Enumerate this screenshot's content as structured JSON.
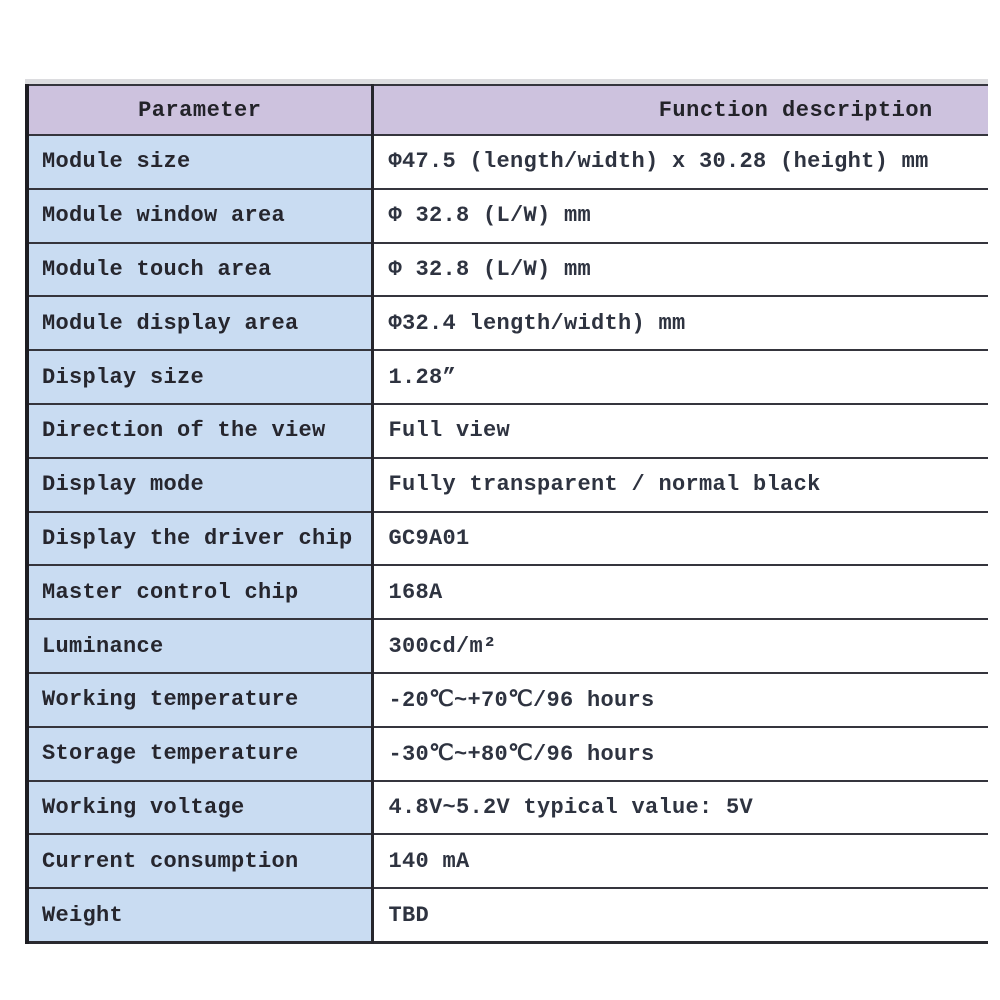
{
  "table": {
    "headers": {
      "parameter": "Parameter",
      "description": "Function description"
    },
    "rows": [
      {
        "parameter": "Module size",
        "description": "Φ47.5 (length/width) x 30.28 (height) mm"
      },
      {
        "parameter": "Module window area",
        "description": "Φ 32.8 (L/W) mm"
      },
      {
        "parameter": "Module touch area",
        "description": "Φ 32.8 (L/W) mm"
      },
      {
        "parameter": "Module display area",
        "description": "Φ32.4 length/width) mm"
      },
      {
        "parameter": "Display size",
        "description": "1.28”"
      },
      {
        "parameter": "Direction of the view",
        "description": "Full view"
      },
      {
        "parameter": "Display mode",
        "description": "Fully transparent / normal black"
      },
      {
        "parameter": "Display the driver chip",
        "description": "GC9A01"
      },
      {
        "parameter": "Master control chip",
        "description": "168A"
      },
      {
        "parameter": "Luminance",
        "description": "300cd/m²"
      },
      {
        "parameter": "Working temperature",
        "description": "-20℃~+70℃/96 hours"
      },
      {
        "parameter": "Storage temperature",
        "description": "-30℃~+80℃/96 hours"
      },
      {
        "parameter": "Working voltage",
        "description": "4.8V~5.2V typical value: 5V"
      },
      {
        "parameter": "Current consumption",
        "description": "140 mA"
      },
      {
        "parameter": "Weight",
        "description": "TBD"
      }
    ]
  },
  "colors": {
    "header_bg": "#cdc2de",
    "label_bg": "#c9dcf2",
    "value_bg": "#ffffff",
    "border": "#35353d",
    "label_text": "#26262e",
    "value_text": "#2e3340"
  }
}
